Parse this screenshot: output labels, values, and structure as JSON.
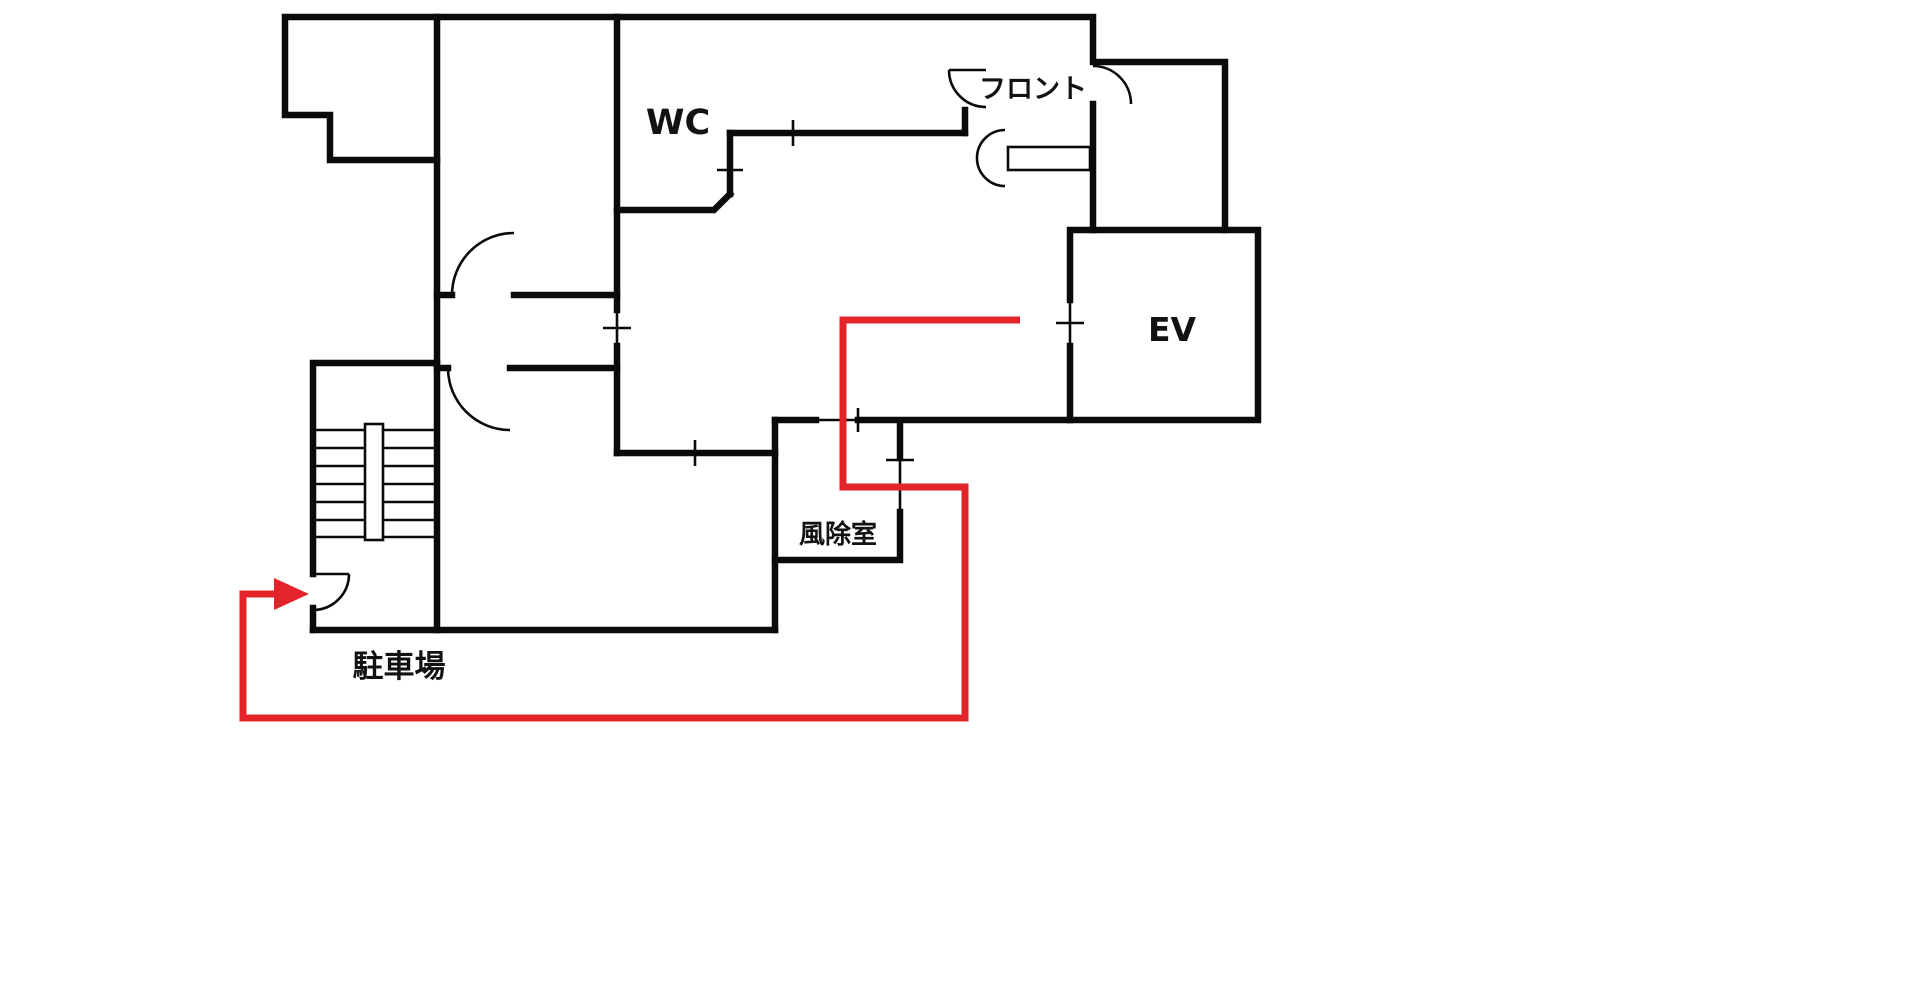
{
  "floorplan": {
    "labels": {
      "wc": "WC",
      "front_desk": "フロント",
      "elevator": "EV",
      "vestibule": "風除室",
      "parking": "駐車場"
    },
    "colors": {
      "wall": "#0a0a0a",
      "route": "#e3242b",
      "background": "#ffffff"
    }
  }
}
